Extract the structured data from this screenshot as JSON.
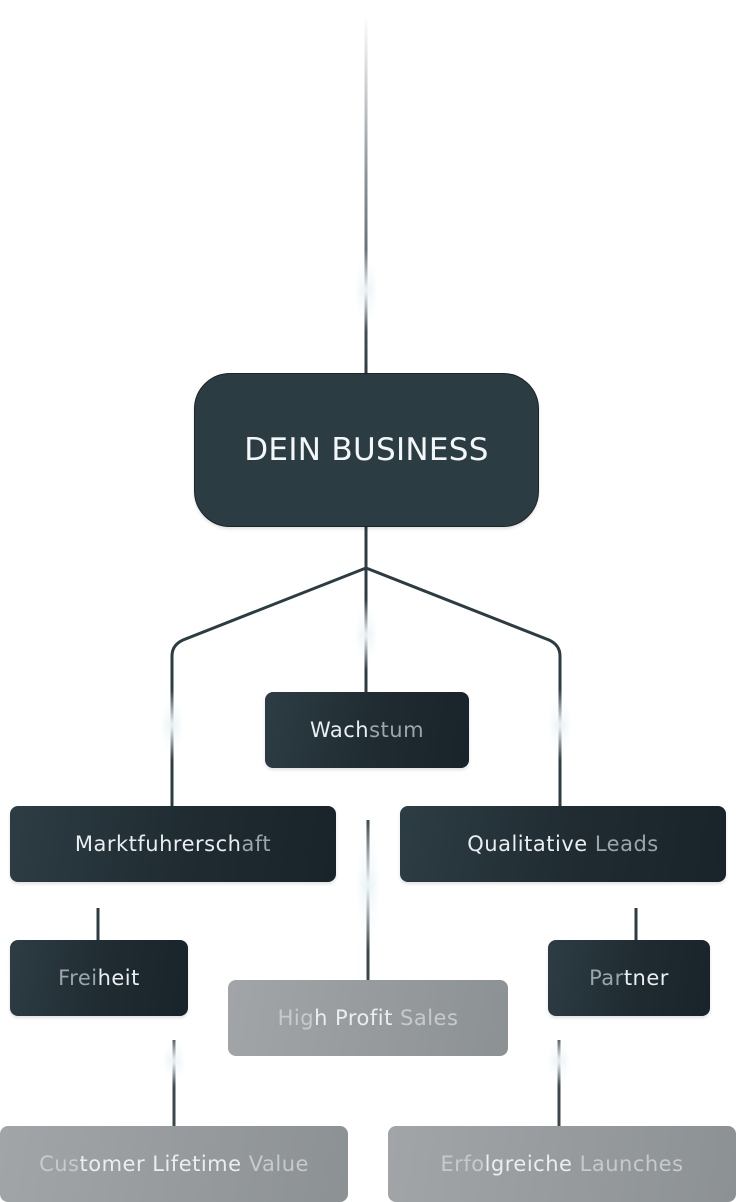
{
  "diagram": {
    "root": {
      "label": "DEIN BUSINESS"
    },
    "wachstum": {
      "label_lit": "Wach",
      "label_muted": "stum"
    },
    "marktfuhrerschaft": {
      "label_lit": "Marktfuhrersch",
      "label_muted": "aft"
    },
    "qualitative_leads": {
      "label_lit": "Qualitative ",
      "label_muted": "Leads"
    },
    "freiheit": {
      "label_muted": "Frei",
      "label_lit": "heit"
    },
    "partner": {
      "label_muted": "Par",
      "label_lit": "tner"
    },
    "high_profit_sales": {
      "label_muted1": "Hig",
      "label_lit": "h Profit ",
      "label_muted2": "Sales"
    },
    "customer_lifetime_value": {
      "label_muted1": "Cus",
      "label_lit": "tomer Lifetime ",
      "label_muted2": "Value"
    },
    "erfolgreiche_launches": {
      "label_muted1": "Erfo",
      "label_lit": "lgreiche ",
      "label_muted2": "Launches"
    }
  },
  "colors": {
    "node_dark": "#2c3c43",
    "node_faded": "#8f9396",
    "connector": "#2c3c43",
    "glow": "#e6f2f5"
  }
}
